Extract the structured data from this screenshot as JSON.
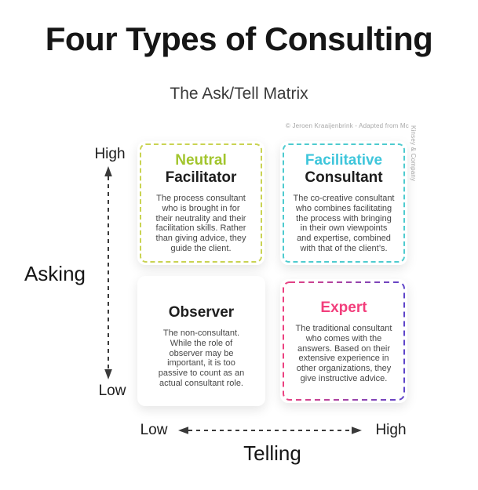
{
  "page": {
    "title": "Four Types of Consulting",
    "subtitle": "The Ask/Tell Matrix",
    "attribution": {
      "horizontal": "© Jeroen Kraaijenbrink - Adapted from Mc",
      "vertical": "Kinsey & Company"
    }
  },
  "axes": {
    "asking": {
      "label": "Asking",
      "high": "High",
      "low": "Low"
    },
    "telling": {
      "label": "Telling",
      "low": "Low",
      "high": "High"
    }
  },
  "quadrants": [
    {
      "name": "neutral-facilitator",
      "position": "top-left",
      "title_line1": "Neutral",
      "title_line2": "Facilitator",
      "body": "The process consultant\nwho is brought in for\ntheir neutrality and their\nfacilitation skills. Rather\nthan giving advice, they\nguide the client.",
      "accent_color": "#a2c52d",
      "border_color": "#c9d352"
    },
    {
      "name": "facilitative-consultant",
      "position": "top-right",
      "title_line1": "Facilitative",
      "title_line2": "Consultant",
      "body": "The co-creative consultant\nwho combines facilitating\nthe process with bringing\nin their own viewpoints\nand expertise, combined\nwith that of the client’s.",
      "accent_color": "#3fc6db",
      "border_color": "#4ecbcf"
    },
    {
      "name": "observer",
      "position": "bottom-left",
      "title_line1": "",
      "title_line2": "Observer",
      "body": "The non-consultant.\nWhile the role of\nobserver may be\nimportant, it is too\npassive to count as an\nactual consultant role.",
      "accent_color": "",
      "border_color": ""
    },
    {
      "name": "expert",
      "position": "bottom-right",
      "title_line1": "Expert",
      "title_line2": "",
      "body": "The traditional consultant\nwho comes with the\nanswers. Based on their\nextensive experience in\nother organizations, they\ngive instructive advice.",
      "accent_color": "#f23f7c",
      "border_gradient": [
        "#ec4180",
        "#5e44c9"
      ]
    }
  ]
}
